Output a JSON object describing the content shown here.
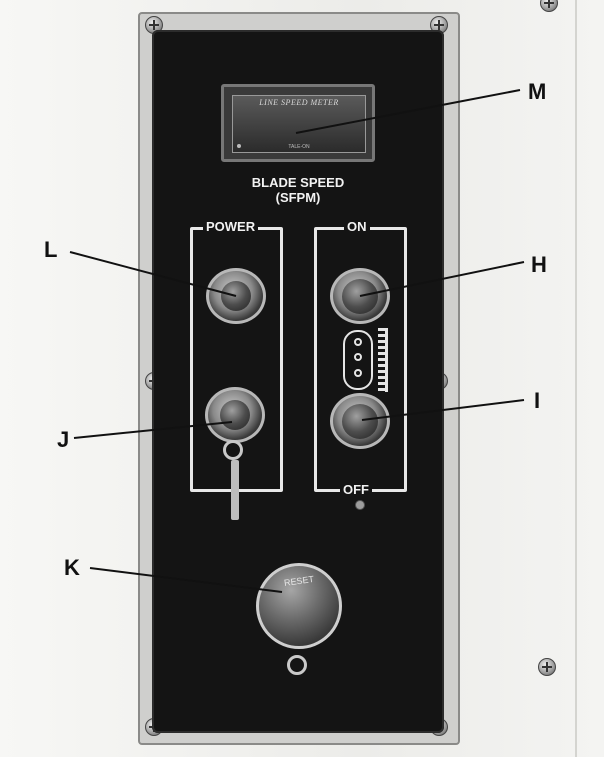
{
  "meter": {
    "brand": "LINE SPEED METER",
    "maker": "TALE-ON"
  },
  "panel": {
    "speed_label_line1": "BLADE SPEED",
    "speed_label_line2": "(SFPM)",
    "power_box_label": "POWER",
    "on_box_label": "ON",
    "off_box_label": "OFF",
    "reset_text": "RESET"
  },
  "callouts": {
    "M": "M",
    "L": "L",
    "H": "H",
    "I": "I",
    "J": "J",
    "K": "K"
  }
}
